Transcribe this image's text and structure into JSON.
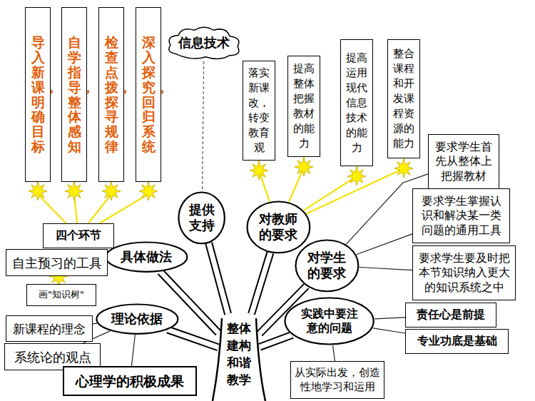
{
  "diagram": {
    "nodes": [
      {
        "text": [
          "导入新课，明确目标"
        ]
      },
      {
        "text": [
          "自学指导，整体感知"
        ]
      },
      {
        "text": [
          "检查点拨，探寻规律"
        ]
      },
      {
        "text": [
          "深入探究，回归系统"
        ]
      },
      {
        "text": [
          "信息技术"
        ]
      },
      {
        "text": [
          "落实新课改，转变教育观"
        ]
      },
      {
        "text": [
          "提高整体把握教材的能力"
        ]
      },
      {
        "text": [
          "提高运用现代信息技术的能力"
        ]
      },
      {
        "text": [
          "整合课程和开发课程资源的能力"
        ]
      },
      {
        "text": [
          "要求学生首先从整体上把握教材"
        ]
      },
      {
        "text": [
          "提供支持"
        ]
      },
      {
        "text": [
          "四个环节"
        ]
      },
      {
        "text": [
          "对教师的要求"
        ]
      },
      {
        "text": [
          "要求学生掌握认识和解决某一类问题的通用工具"
        ]
      },
      {
        "text": [
          "具体做法"
        ]
      },
      {
        "text": [
          "自主预习的工具"
        ]
      },
      {
        "text": [
          "要求学生要及时把本节知识纳入更大的知识系统之中"
        ]
      },
      {
        "text": [
          "对学生的要求"
        ]
      },
      {
        "text": [
          "画\"知识树\""
        ]
      },
      {
        "text": [
          "理论依据"
        ]
      },
      {
        "text": [
          "新课程的理念"
        ]
      },
      {
        "text": [
          "责任心是前提"
        ]
      },
      {
        "text": [
          "实践中要注意的问题"
        ]
      },
      {
        "text": [
          "系统论的观点"
        ]
      },
      {
        "text": [
          "专业功底是基础"
        ]
      },
      {
        "text": [
          "心理学的积极成果"
        ]
      },
      {
        "text": [
          "整体建构和谐教学"
        ]
      },
      {
        "text": [
          "从实际出发，创造性地学习和运用"
        ]
      }
    ],
    "edges": [
      {
        "from": 11,
        "to": 0,
        "arrow": "none"
      },
      {
        "from": 11,
        "to": 1,
        "arrow": "none"
      },
      {
        "from": 11,
        "to": 2,
        "arrow": "none"
      },
      {
        "from": 11,
        "to": 3,
        "arrow": "none"
      },
      {
        "from": 4,
        "to": 10,
        "arrow": "none"
      },
      {
        "from": 12,
        "to": 5,
        "arrow": "none"
      },
      {
        "from": 12,
        "to": 6,
        "arrow": "none"
      },
      {
        "from": 12,
        "to": 7,
        "arrow": "none"
      },
      {
        "from": 12,
        "to": 8,
        "arrow": "none"
      },
      {
        "from": 17,
        "to": 9,
        "arrow": "none"
      },
      {
        "from": 17,
        "to": 13,
        "arrow": "none"
      },
      {
        "from": 17,
        "to": 16,
        "arrow": "none"
      },
      {
        "from": 14,
        "to": 11,
        "arrow": "none"
      },
      {
        "from": 14,
        "to": 15,
        "arrow": "none"
      },
      {
        "from": 15,
        "to": 18,
        "arrow": "none"
      },
      {
        "from": 19,
        "to": 20,
        "arrow": "none"
      },
      {
        "from": 19,
        "to": 23,
        "arrow": "none"
      },
      {
        "from": 19,
        "to": 25,
        "arrow": "none"
      },
      {
        "from": 22,
        "to": 21,
        "arrow": "none"
      },
      {
        "from": 22,
        "to": 24,
        "arrow": "none"
      },
      {
        "from": 22,
        "to": 27,
        "arrow": "none"
      },
      {
        "from": 26,
        "to": 10,
        "arrow": "none"
      },
      {
        "from": 26,
        "to": 12,
        "arrow": "none"
      },
      {
        "from": 26,
        "to": 14,
        "arrow": "none"
      },
      {
        "from": 26,
        "to": 17,
        "arrow": "none"
      },
      {
        "from": 26,
        "to": 19,
        "arrow": "none"
      },
      {
        "from": 26,
        "to": 22,
        "arrow": "none"
      }
    ]
  }
}
